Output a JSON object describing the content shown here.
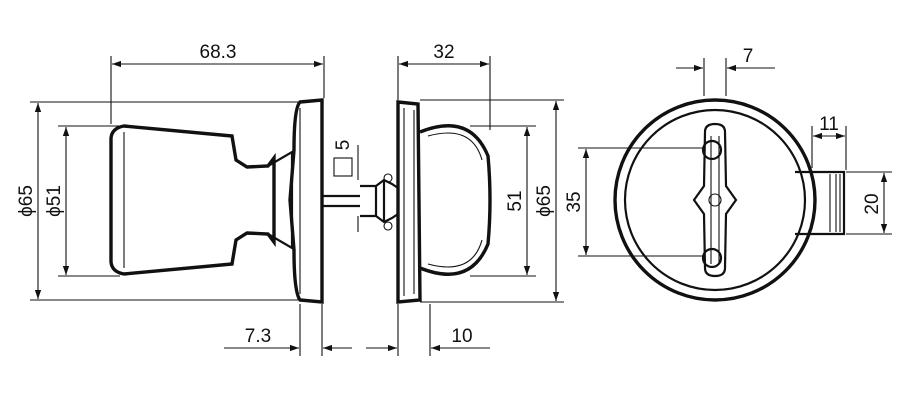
{
  "dimensions": {
    "knob_length": "68.3",
    "escutcheon_length": "32",
    "turn_width": "7",
    "cylinder_offset": "11",
    "cylinder_height": "20",
    "outer_dia_left": "ϕ65",
    "knob_dia": "ϕ51",
    "inner_knob_height": "51",
    "outer_dia_right": "ϕ65",
    "rose_height": "35",
    "rose_thickness": "7.3",
    "inside_thickness": "10",
    "spindle_square": "5"
  },
  "colors": {
    "line": "#111111",
    "background": "#ffffff"
  }
}
